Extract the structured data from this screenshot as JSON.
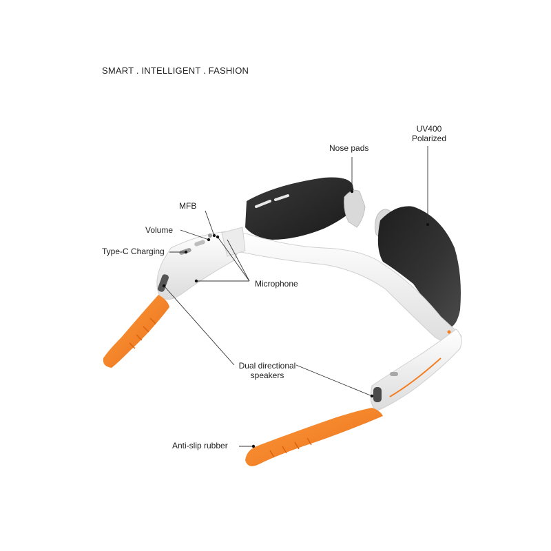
{
  "tagline": "SMART . INTELLIGENT . FASHION",
  "colors": {
    "frame": "#f2f2f2",
    "lens": "#2b2b2b",
    "rubber": "#f47c20",
    "accent": "#f47c20"
  },
  "labels": {
    "uv400_line1": "UV400",
    "uv400_line2": "Polarized",
    "nose_pads": "Nose pads",
    "mfb": "MFB",
    "volume": "Volume",
    "typec": "Type-C Charging",
    "microphone": "Microphone",
    "speakers_line1": "Dual directional",
    "speakers_line2": "speakers",
    "antislip": "Anti-slip rubber"
  }
}
